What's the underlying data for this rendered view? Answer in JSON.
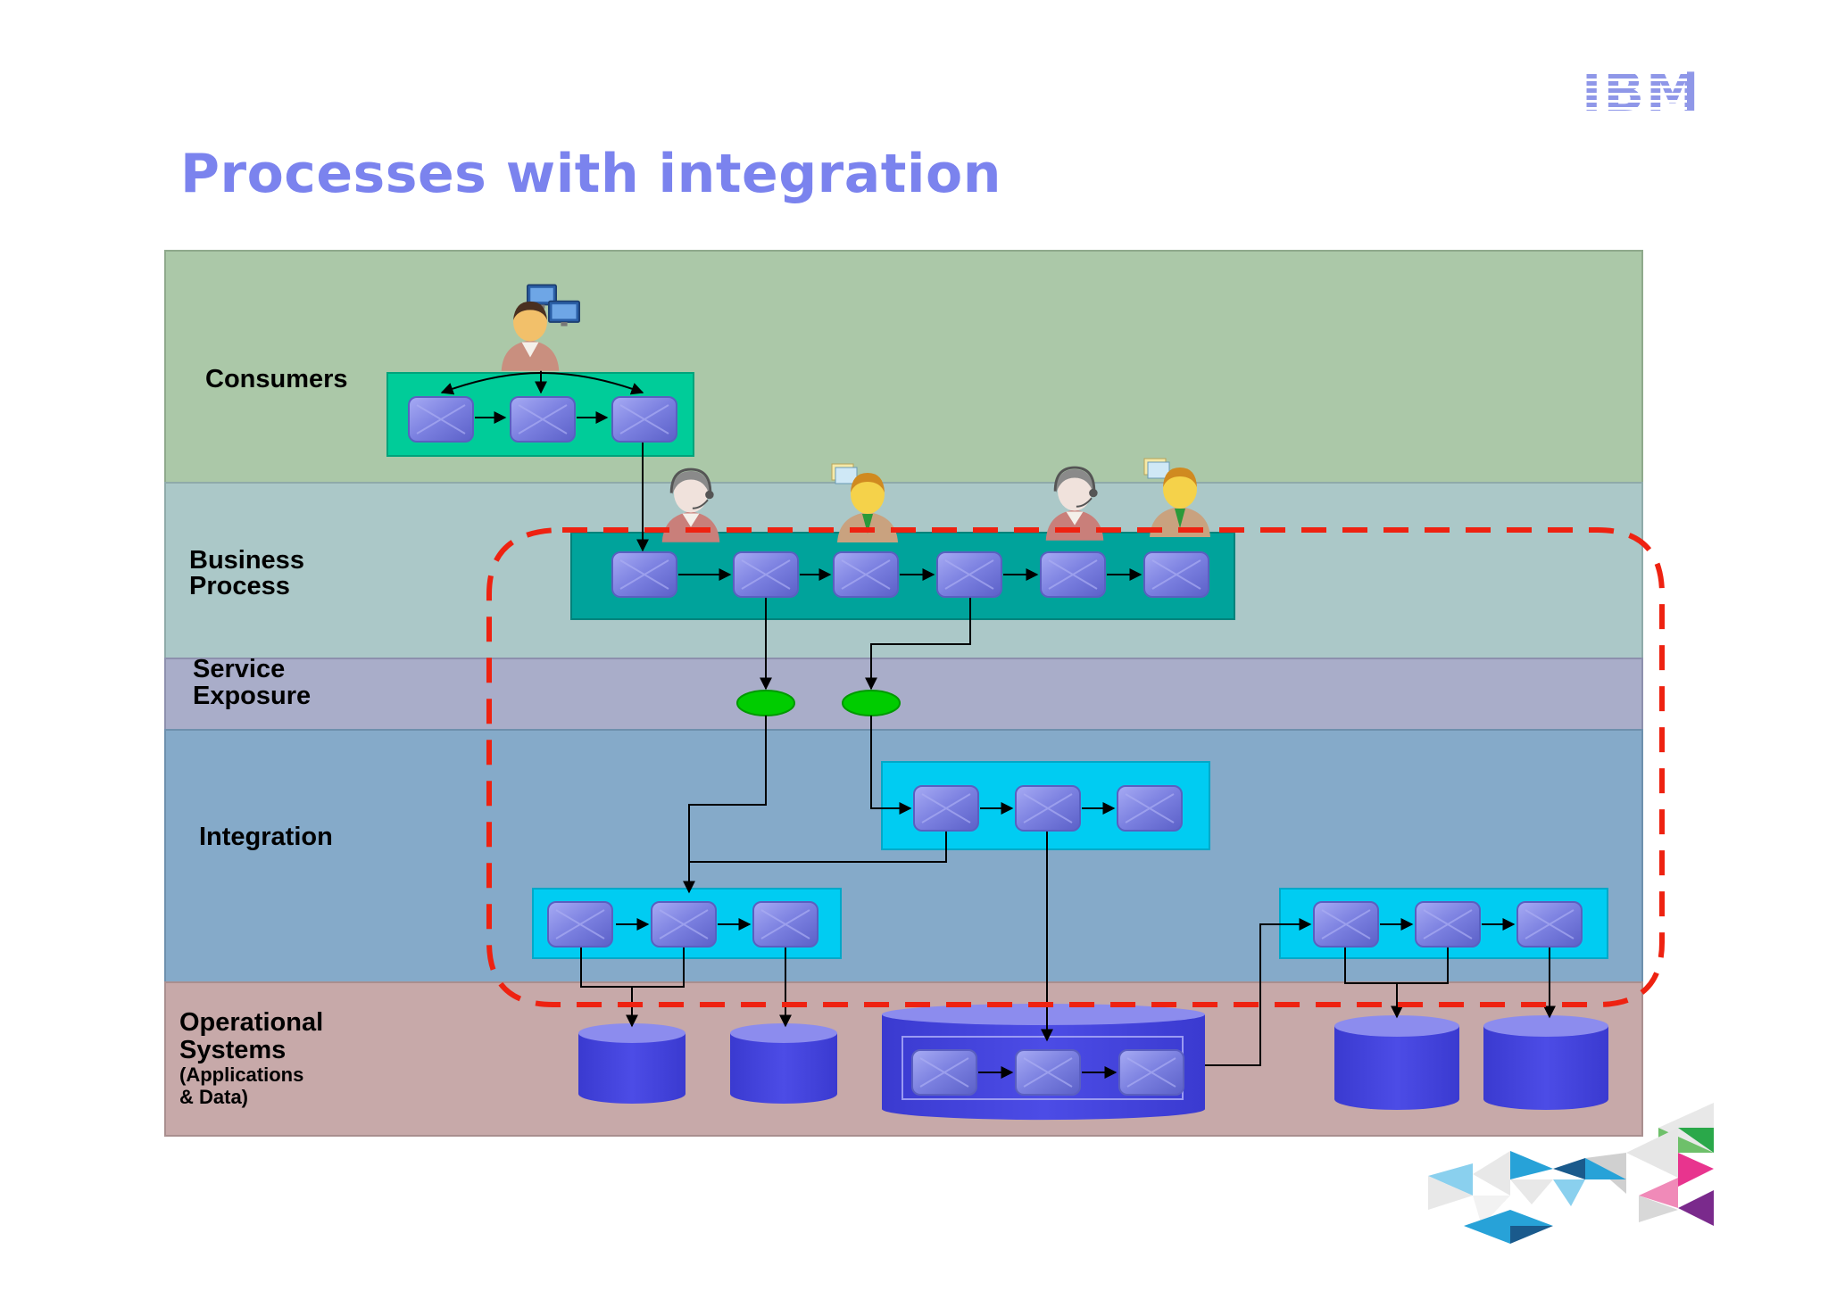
{
  "slide": {
    "title": "Processes with integration",
    "logo": "IBM"
  },
  "lanes": {
    "consumers": "Consumers",
    "business_process": [
      "Business",
      "Process"
    ],
    "service_exposure": [
      "Service",
      "Exposure"
    ],
    "integration": "Integration",
    "operational_systems": [
      "Operational",
      "Systems"
    ],
    "operational_systems_sub": [
      "(Applications",
      "& Data)"
    ]
  },
  "colors": {
    "lane_consumers": "#abc8a8",
    "lane_business": "#abc8c8",
    "lane_service": "#a9adc9",
    "lane_integration": "#85aac9",
    "lane_operational": "#c7a9a9",
    "consumer_container": "#00cc99",
    "business_container": "#00a39b",
    "integration_container": "#00ccf2",
    "node": "#7b80e0",
    "database": "#4444d8",
    "service_ellipse": "#00cc00",
    "dashed_boundary": "#ee2211",
    "title": "#7b83ee"
  },
  "icons": {
    "consumer_user": "user-with-computer-icon",
    "business_actors": [
      "call-center-agent-icon",
      "user-with-documents-icon",
      "call-center-agent-icon",
      "user-with-documents-icon"
    ],
    "process_node": "process-step-icon",
    "service_endpoint": "service-endpoint-icon",
    "database": "database-icon",
    "decoration": "triangle-mosaic-icon"
  }
}
